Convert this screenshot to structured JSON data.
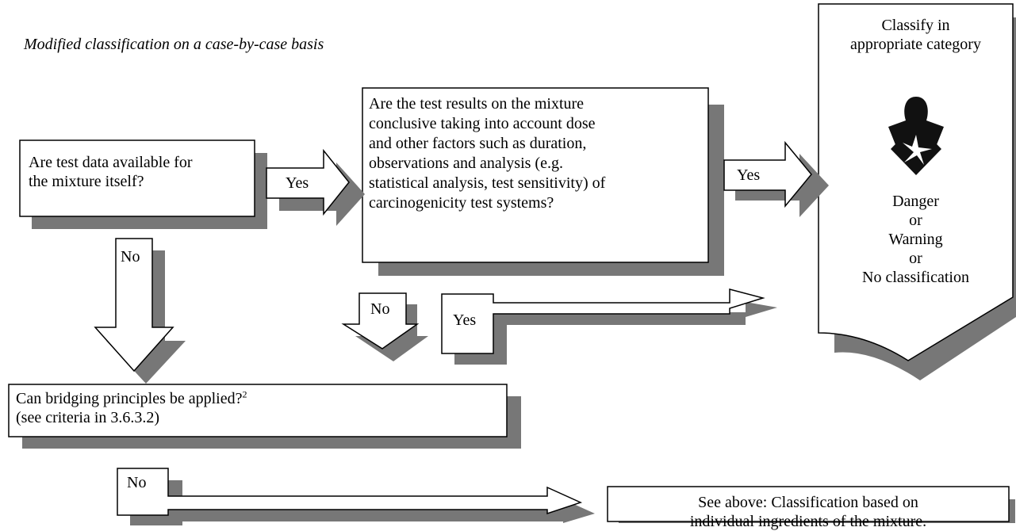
{
  "title": "Modified classification on a case-by-case basis",
  "boxes": {
    "test_data": [
      "Are test data available for",
      "the mixture itself?"
    ],
    "conclusive": [
      "Are the test results on the mixture",
      "conclusive taking into account dose",
      "and other factors such as duration,",
      "observations and analysis (e.g.",
      "statistical analysis, test sensitivity) of",
      "carcinogenicity test systems?"
    ],
    "bridging": {
      "line1": "Can bridging principles be applied?",
      "sup": "2",
      "line2": "(see criteria in 3.6.3.2)"
    },
    "see_above": [
      "See above: Classification based on",
      "individual ingredients of the mixture."
    ]
  },
  "result": {
    "heading": [
      "Classify in",
      "appropriate category"
    ],
    "pictogram": "health-hazard-icon",
    "outcomes": [
      "Danger",
      "or",
      "Warning",
      "or",
      "No classification"
    ]
  },
  "arrows": {
    "yes1": "Yes",
    "yes2": "Yes",
    "yes3": "Yes",
    "no1": "No",
    "no2": "No",
    "no3": "No"
  }
}
